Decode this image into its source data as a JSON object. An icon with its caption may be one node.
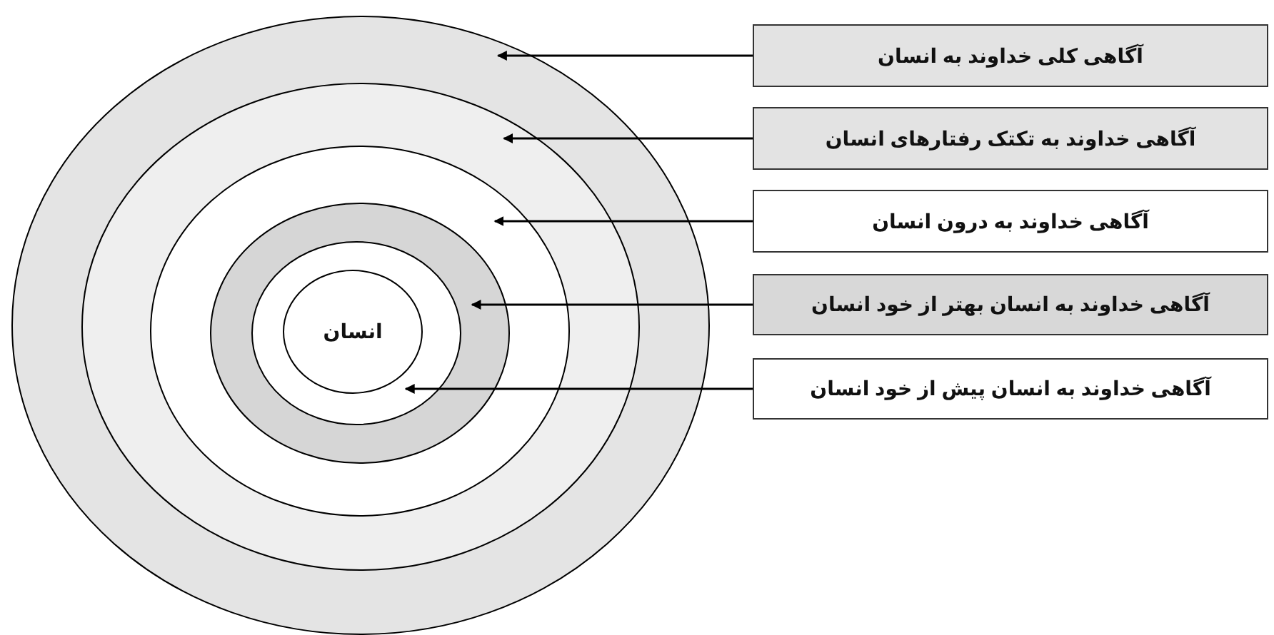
{
  "diagram": {
    "nodes": [
      {
        "text": [],
        "shape": "ellipse"
      },
      {
        "text": [],
        "shape": "ellipse",
        "in": 0
      },
      {
        "text": [],
        "shape": "ellipse",
        "in": 1
      },
      {
        "text": [],
        "shape": "ellipse",
        "in": 2
      },
      {
        "text": [],
        "shape": "ellipse",
        "in": 3
      },
      {
        "text": [
          "انسان"
        ],
        "in": 4
      },
      {
        "text": [
          "آگاهی کلی خداوند به انسان"
        ]
      },
      {
        "text": [
          "آگاهی خداوند به تکتک رفتارهای انسان"
        ]
      },
      {
        "text": [
          "آگاهی خداوند به درون انسان"
        ]
      },
      {
        "text": [
          "آگاهی خداوند به انسان بهتر از خود انسان"
        ]
      },
      {
        "text": [
          "آگاهی خداوند به انسان پیش از خود انسان"
        ]
      }
    ],
    "edges": [
      {
        "from": 6,
        "to": 0,
        "arrow": "to"
      },
      {
        "from": 7,
        "to": 1,
        "arrow": "to"
      },
      {
        "from": 8,
        "to": 2,
        "arrow": "to"
      },
      {
        "from": 9,
        "to": 3,
        "arrow": "to"
      },
      {
        "from": 10,
        "to": 4,
        "arrow": "to"
      }
    ]
  }
}
